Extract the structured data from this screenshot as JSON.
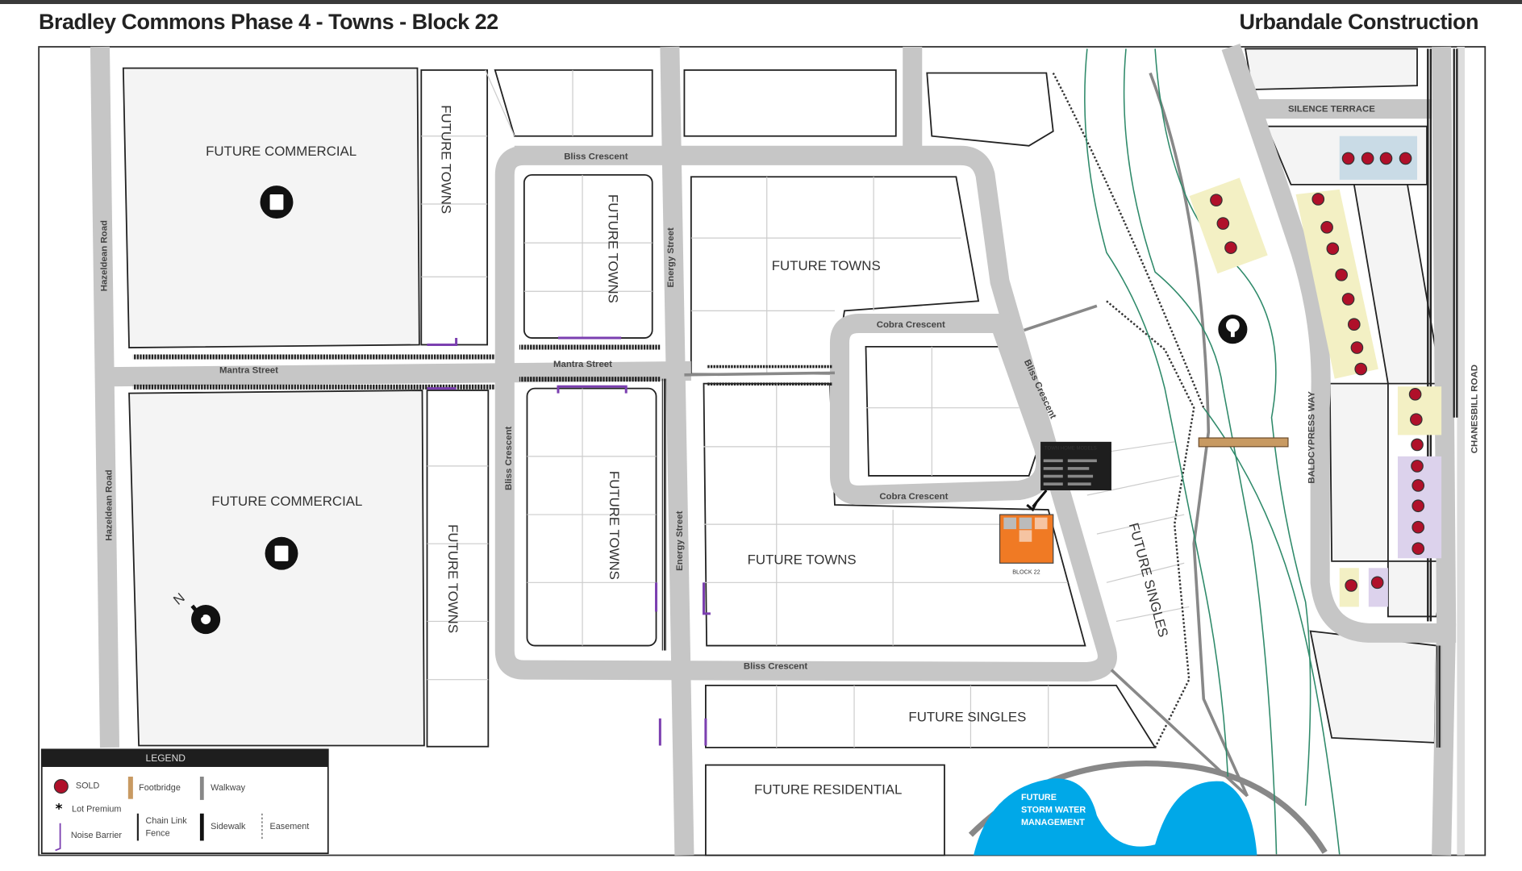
{
  "header": {
    "title": "Bradley Commons Phase 4 - Towns - Block 22",
    "builder": "Urbandale Construction"
  },
  "map": {
    "areas": {
      "commercial_1": "FUTURE COMMERCIAL",
      "commercial_2": "FUTURE COMMERCIAL",
      "towns_1": "FUTURE TOWNS",
      "towns_2": "FUTURE TOWNS",
      "towns_3": "FUTURE TOWNS",
      "towns_4": "FUTURE TOWNS",
      "towns_5": "FUTURE TOWNS",
      "towns_6": "FUTURE TOWNS",
      "singles_1": "FUTURE SINGLES",
      "singles_2": "FUTURE SINGLES",
      "residential": "FUTURE RESIDENTIAL",
      "storm": [
        "FUTURE",
        "STORM WATER",
        "MANAGEMENT"
      ],
      "block": "BLOCK 22"
    },
    "streets": {
      "hazeldean_1": "Hazeldean Road",
      "hazeldean_2": "Hazeldean Road",
      "mantra_1": "Mantra Street",
      "mantra_2": "Mantra Street",
      "bliss_top": "Bliss Crescent",
      "bliss_left": "Bliss Crescent",
      "bliss_right": "Bliss Crescent",
      "bliss_bottom": "Bliss Crescent",
      "energy_1": "Energy Street",
      "energy_2": "Energy Street",
      "cobra_top": "Cobra Crescent",
      "cobra_bottom": "Cobra Crescent",
      "silence": "SILENCE TERRACE",
      "baldcypress": "BALDCYPRESS WAY",
      "chanesbill": "CHANESBILL ROAD"
    },
    "models_box": {
      "title": "TOWN HOME MODELS"
    },
    "north": "N",
    "colors": {
      "road": "#c6c6c6",
      "sold": "#b0102a",
      "footbridge": "#c89a62",
      "water": "#00a8e8",
      "creek": "#2f8a6a",
      "block22": "#f07a24"
    }
  },
  "legend": {
    "title": "LEGEND",
    "sold": "SOLD",
    "lot_premium": "Lot Premium",
    "noise_barrier": "Noise Barrier",
    "footbridge": "Footbridge",
    "chain_link": [
      "Chain Link",
      "Fence"
    ],
    "walkway": "Walkway",
    "sidewalk": "Sidewalk",
    "easement": "Easement"
  }
}
